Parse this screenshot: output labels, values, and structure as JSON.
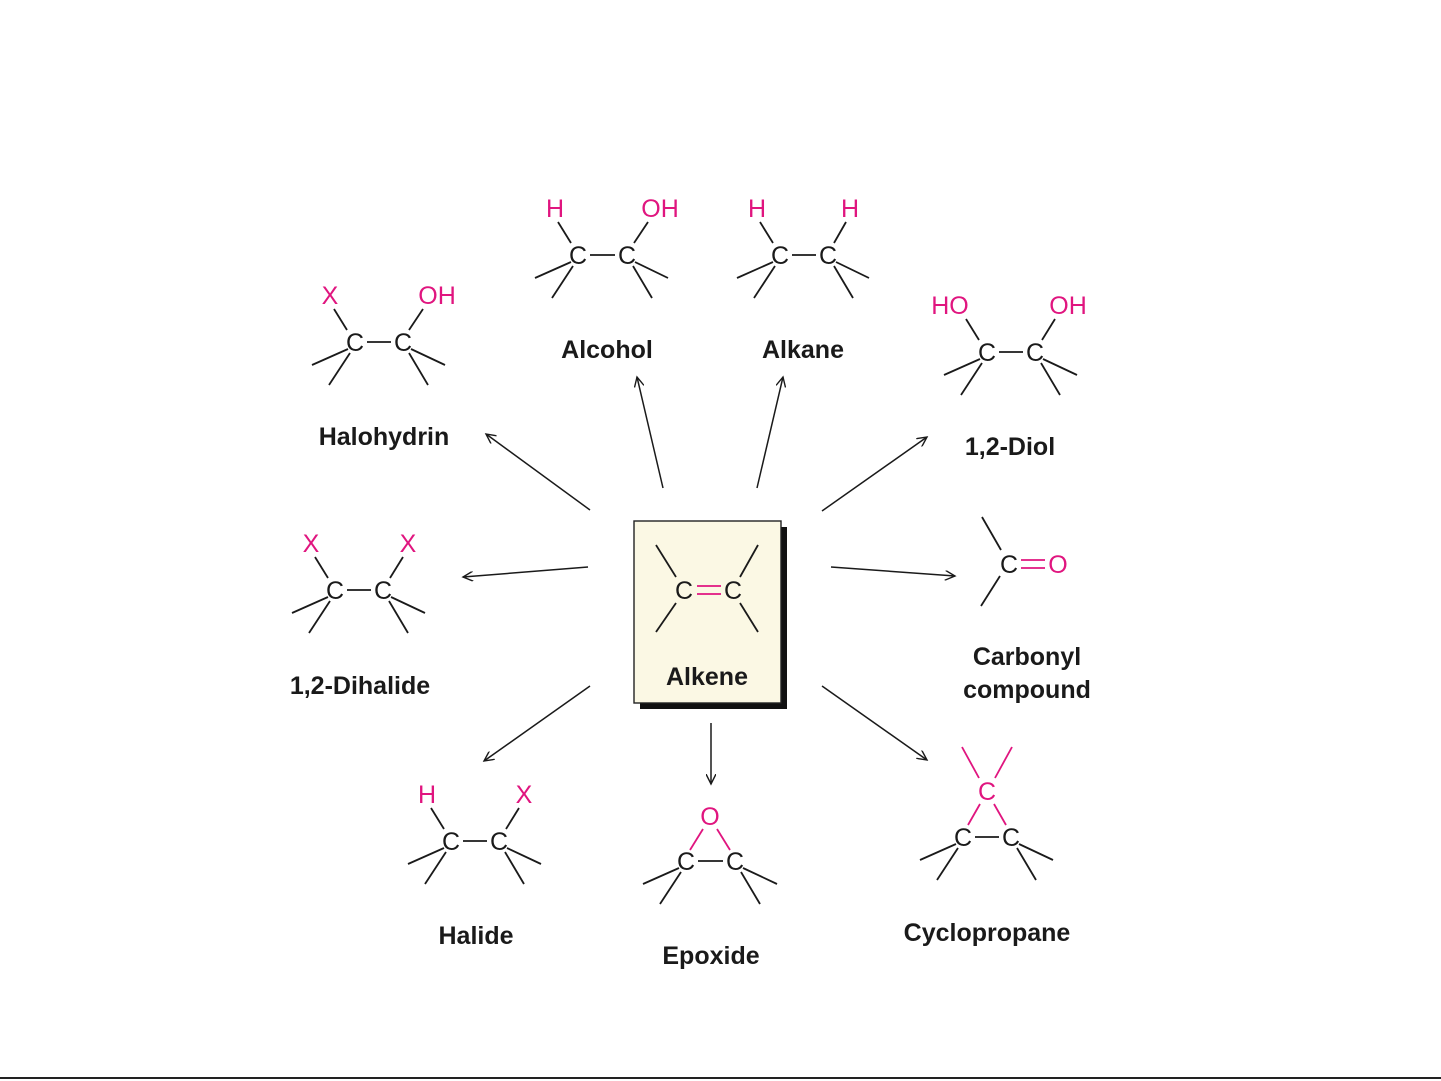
{
  "center": {
    "label": "Alkene",
    "carbon": "C"
  },
  "products": {
    "alcohol": {
      "label": "Alcohol",
      "sub_left": "H",
      "sub_right": "OH"
    },
    "alkane": {
      "label": "Alkane",
      "sub_left": "H",
      "sub_right": "H"
    },
    "halohydrin": {
      "label": "Halohydrin",
      "sub_left": "X",
      "sub_right": "OH"
    },
    "diol": {
      "label": "1,2-Diol",
      "sub_left": "HO",
      "sub_right": "OH"
    },
    "dihalide": {
      "label": "1,2-Dihalide",
      "sub_left": "X",
      "sub_right": "X"
    },
    "carbonyl": {
      "label_line1": "Carbonyl",
      "label_line2": "compound",
      "oxygen": "O"
    },
    "halide": {
      "label": "Halide",
      "sub_left": "H",
      "sub_right": "X"
    },
    "epoxide": {
      "label": "Epoxide",
      "oxygen": "O"
    },
    "cyclopropane": {
      "label": "Cyclopropane",
      "bridge": "C"
    }
  },
  "colors": {
    "substituent": "#e0157f",
    "box_fill": "#fbf8e4",
    "box_shadow": "#111111"
  }
}
